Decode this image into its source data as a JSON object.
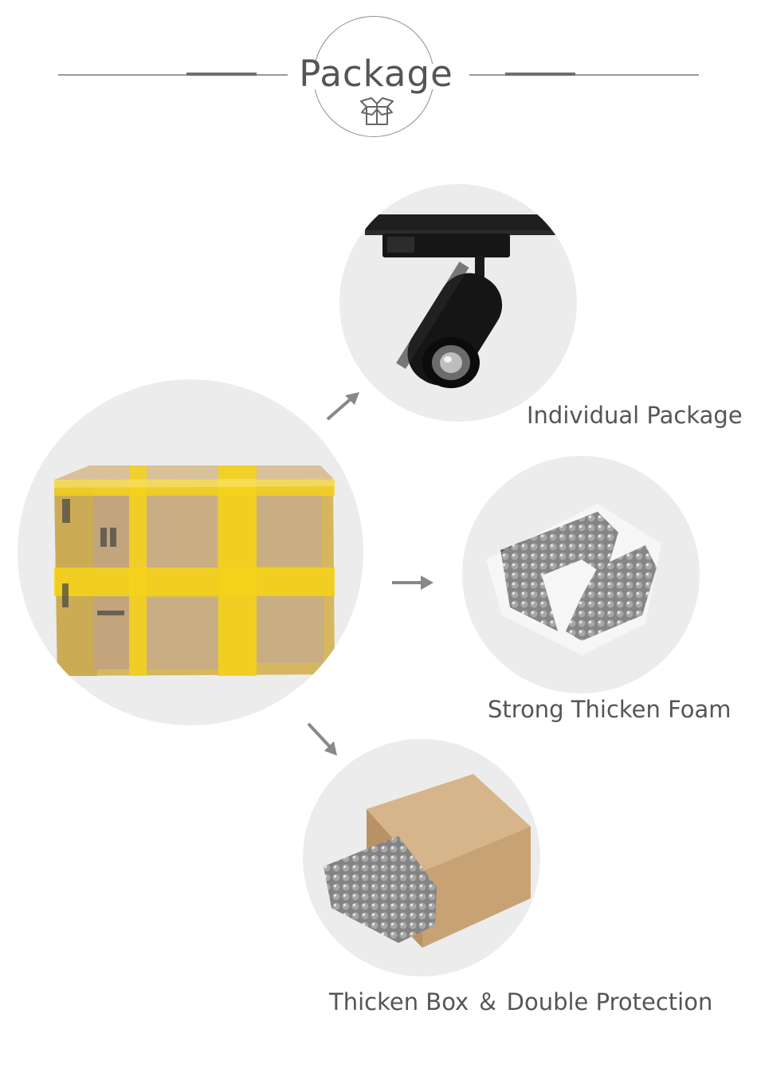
{
  "header": {
    "title": "Package",
    "icon": "package-box-icon"
  },
  "items": [
    {
      "label": "Individual Package",
      "icon": "track-spotlight-image"
    },
    {
      "label": "Strong Thicken Foam",
      "icon": "bubble-wrap-image"
    },
    {
      "label": "Thicken Box ＆ Double Protection",
      "icon": "kraft-box-image"
    }
  ],
  "main_image": "yellow-taped-carton-image",
  "colors": {
    "circle_bg": "#ececec",
    "text": "#555555",
    "tape": "#f2cf1f",
    "cardboard": "#c8ab81"
  }
}
